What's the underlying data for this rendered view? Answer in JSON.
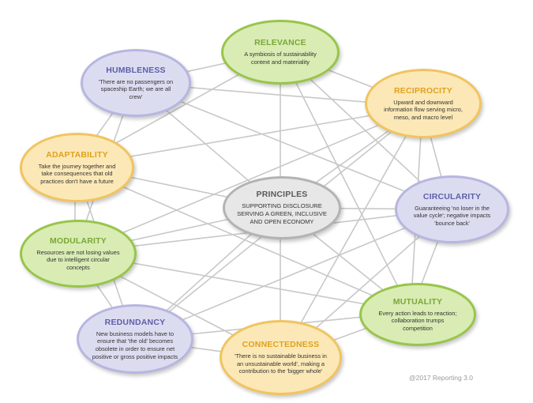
{
  "center": {
    "title": "PRINCIPLES",
    "text": "SUPPORTING DISCLOSURE SERVING A GREEN, INCLUSIVE AND OPEN ECONOMY"
  },
  "principles": [
    {
      "id": "relevance",
      "title": "RELEVANCE",
      "text": "A symbiosis of sustainability context and materiality"
    },
    {
      "id": "humbleness",
      "title": "HUMBLENESS",
      "text": "'There are no passengers on spaceship Earth; we are all crew'"
    },
    {
      "id": "reciprocity",
      "title": "RECIPROCITY",
      "text": "Upward and downward information flow serving micro, meso, and macro level"
    },
    {
      "id": "adaptability",
      "title": "ADAPTABILITY",
      "text": "Take the journey together and take consequences that old practices don't have a future"
    },
    {
      "id": "circularity",
      "title": "CIRCULARITY",
      "text": "Guaranteeing 'no loser in the value cycle'; negative impacts 'bounce back'"
    },
    {
      "id": "modularity",
      "title": "MODULARITY",
      "text": "Resources are not losing values due to intelligent circular concepts"
    },
    {
      "id": "mutuality",
      "title": "MUTUALITY",
      "text": "Every action leads to reaction; collaboration trumps competition"
    },
    {
      "id": "redundancy",
      "title": "REDUNDANCY",
      "text": "New business models have to ensure that 'the old' becomes obsolete in order to ensure net positive or gross positive impacts"
    },
    {
      "id": "connectedness",
      "title": "CONNECTEDNESS",
      "text": "'There is no sustainable business in an unsustainable world', making a contribution to the 'bigger whole'"
    }
  ],
  "credit": "@2017 Reporting 3.0",
  "colors": {
    "green_fill": "#d9ecb4",
    "green_border": "#98c54a",
    "purple_fill": "#dcdcf1",
    "purple_border": "#b7b6e0",
    "yellow_fill": "#fbe8b6",
    "yellow_border": "#f1c45f",
    "grey_fill": "#e7e7e7",
    "grey_border": "#b3b3b3",
    "link": "#c8c8c8"
  }
}
